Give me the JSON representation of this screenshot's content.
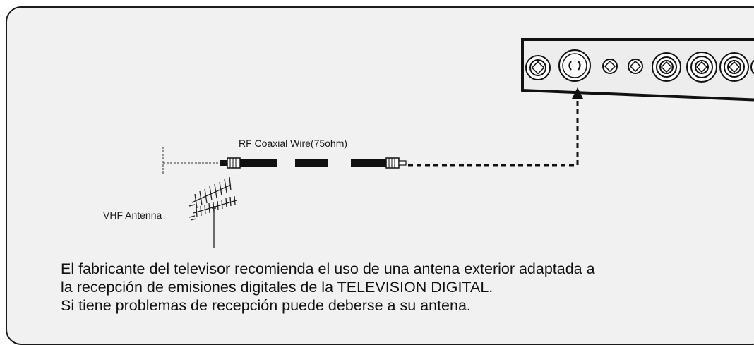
{
  "labels": {
    "cable": "RF Coaxial Wire(75ohm)",
    "antenna": "VHF Antenna"
  },
  "note": {
    "lines": [
      "El fabricante del televisor recomienda el uso de una antena exterior adaptada a",
      "la recepción de emisiones digitales de la TELEVISION DIGITAL.",
      "Si tiene problemas de recepción puede deberse a su antena."
    ]
  },
  "colors": {
    "panel_background": "#f1f1f1",
    "ink": "#1a1a1a"
  },
  "icons": {
    "antenna": "vhf-antenna-icon",
    "connector": "rf-connector-icon",
    "jack": "rf-input-jack-icon"
  }
}
